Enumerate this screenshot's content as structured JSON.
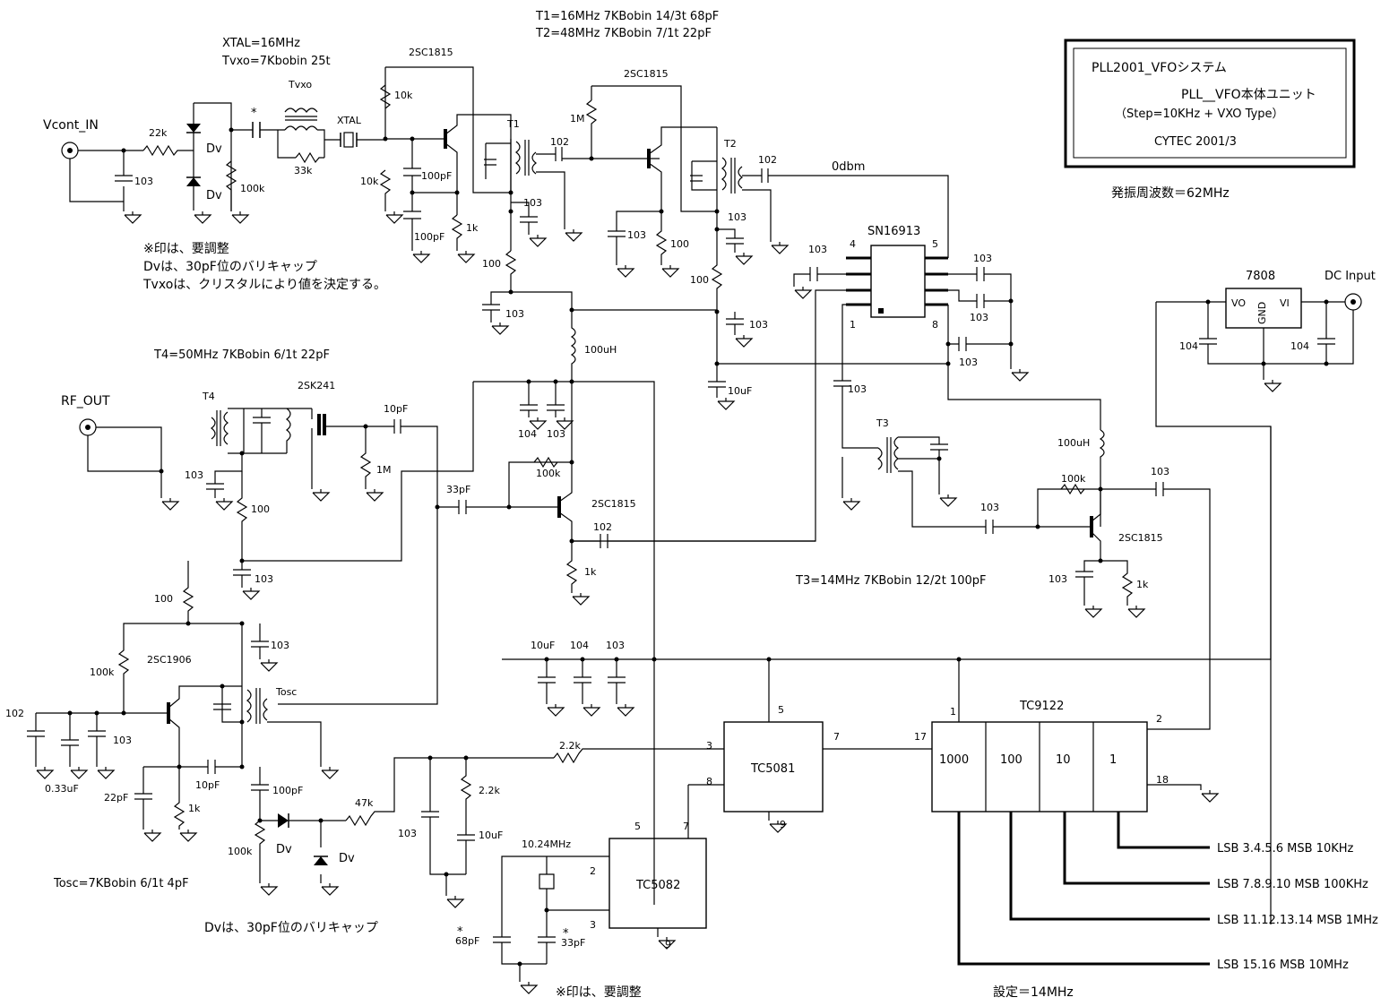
{
  "title_block": {
    "line1": "PLL2001_VFOシステム",
    "line2": "PLL__VFO本体ユニット",
    "line3": "（Step=10KHz + VXO  Type）",
    "line4": "CYTEC  2001/3"
  },
  "oscillation_freq": "発振周波数＝62MHz",
  "setting_freq": "設定＝14MHz",
  "notes": {
    "t1": "T1=16MHz  7KBobin  14/3t 68pF",
    "t2": "T2=48MHz 7KBobin 7/1t 22pF",
    "xtal": "XTAL=16MHz",
    "tvxo_spec": "Tvxo=7Kbobin  25t",
    "adj": "※印は、要調整",
    "dv": "Dvは、30pF位のバリキャップ",
    "tvxo_note": "Tvxoは、クリスタルにより値を決定する。",
    "t4": "T4=50MHz 7KBobin 6/1t 22pF",
    "t3": "T3=14MHz 7KBobin 12/2t 100pF",
    "tosc": "Tosc=7KBobin 6/1t 4pF",
    "dv2": "Dvは、30pF位のバリキャップ",
    "adj2": "※印は、要調整"
  },
  "ports": {
    "vcont": "Vcont_IN",
    "rf_out": "RF_OUT",
    "dc": "DC Input",
    "odbm": "0dbm"
  },
  "ics": {
    "sn": "SN16913",
    "tc5081": "TC5081",
    "tc5082": "TC5082",
    "tc9122": "TC9122",
    "reg": "7808",
    "reg_vo": "VO",
    "reg_vi": "VI",
    "reg_gnd": "GND"
  },
  "tc9122_cells": [
    "1000",
    "100",
    "10",
    "1"
  ],
  "bcd_lines": [
    "LSB 3.4.5.6 MSB    10KHz",
    "LSB 7.8.9.10 MSB   100KHz",
    "LSB 11.12.13.14 MSB  1MHz",
    "LSB 15.16 MSB  10MHz"
  ],
  "pins": {
    "sn_4": "4",
    "sn_5": "5",
    "sn_1": "1",
    "sn_8": "8",
    "c81_5": "5",
    "c81_3": "3",
    "c81_8": "8",
    "c81_7": "7",
    "c81_9": "9",
    "c82_5": "5",
    "c82_7": "7",
    "c82_2": "2",
    "c82_3": "3",
    "c82_9": "9",
    "c22_1": "1",
    "c22_2": "2",
    "c22_17": "17",
    "c22_18": "18"
  },
  "parts": {
    "q1": "2SC1815",
    "q2": "2SC1815",
    "q3": "2SK241",
    "q4": "2SC1815",
    "q5": "2SC1815",
    "q6": "2SC1906",
    "t1": "T1",
    "t2": "T2",
    "t3": "T3",
    "t4": "T4",
    "tvxo": "Tvxo",
    "tosc": "Tosc",
    "xtal_lbl": "XTAL",
    "xtal2": "10.24MHz",
    "r22k": "22k",
    "c103a": "103",
    "dv1": "Dv",
    "dv2": "Dv",
    "r100k_a": "100k",
    "star1": "*",
    "r33k": "33k",
    "r10k_a": "10k",
    "r10k_b": "10k",
    "c100pf_a": "100pF",
    "c100pf_b": "100pF",
    "r1k_a": "1k",
    "c102_a": "102",
    "c103_b": "103",
    "r1m_a": "1M",
    "r100_a": "100",
    "c103_c": "103",
    "c103_d": "103",
    "r100_b": "100",
    "c102_b": "102",
    "c103_e": "103",
    "c103_f": "103",
    "r100_c": "100",
    "c103_g": "103",
    "c10uf_a": "10uF",
    "l100uh_a": "100uH",
    "c103_h": "103",
    "c103_i": "103",
    "c103_j": "103",
    "c103_k": "103",
    "c103_l": "103",
    "c104_a": "104",
    "c103_m": "103",
    "r100k_b": "100k",
    "c33pf": "33pF",
    "c102_c": "102",
    "r1k_b": "1k",
    "c10pf_a": "10pF",
    "r1m_b": "1M",
    "c103_n": "103",
    "r100_d": "100",
    "c103_o": "103",
    "r100_e": "100",
    "c103_p": "103",
    "r100k_c": "100k",
    "c102_d": "102",
    "c033": "0.33uF",
    "c103_q": "103",
    "c22pf": "22pF",
    "r1k_c": "1k",
    "c10pf_b": "10pF",
    "c100pf_c": "100pF",
    "r100k_d": "100k",
    "dv3": "Dv",
    "dv4": "Dv",
    "r47k": "47k",
    "c103_r": "103",
    "r22k_b": "2.2k",
    "r22k_c": "2.2k",
    "c10uf_b": "10uF",
    "c10uf_c": "10uF",
    "c104_b": "104",
    "c103_s": "103",
    "c68pf": "68pF",
    "c33pf_b": "33pF",
    "star2": "*",
    "star3": "*",
    "c103_t": "103",
    "l100uh_b": "100uH",
    "r100k_e": "100k",
    "c103_u": "103",
    "c103_v": "103",
    "r1k_d": "1k",
    "c104_c": "104",
    "c104_d": "104"
  }
}
